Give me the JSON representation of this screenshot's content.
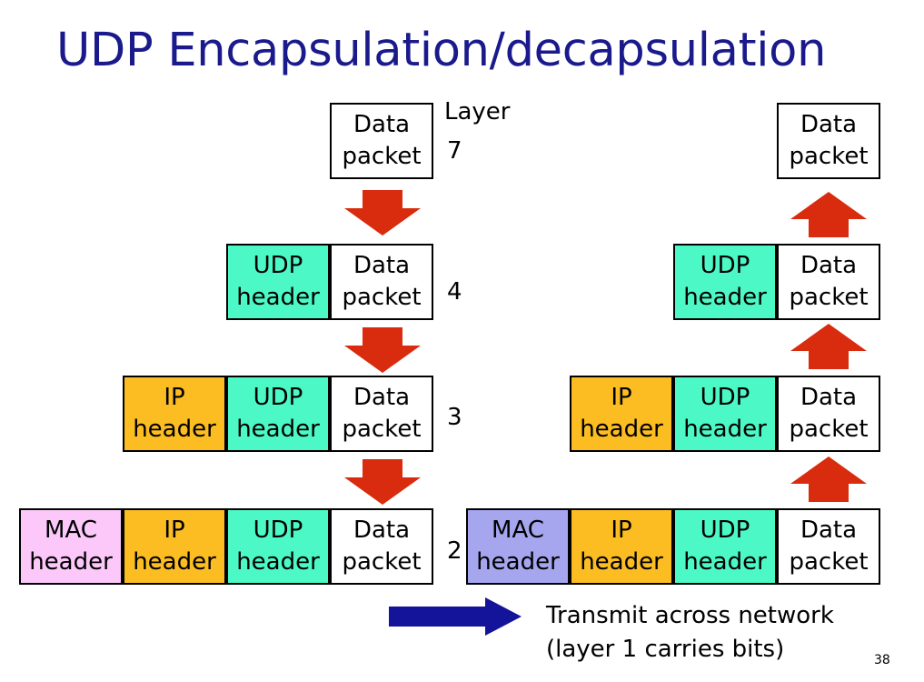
{
  "slide": {
    "title": "UDP Encapsulation/decapsulation",
    "page_number": "38"
  },
  "labels": {
    "data_line1": "Data",
    "data_line2": "packet",
    "udp_line1": "UDP",
    "ip_line1": "IP",
    "mac_line1": "MAC",
    "header_line2": "header"
  },
  "layers": {
    "heading": "Layer",
    "l7": "7",
    "l4": "4",
    "l3": "3",
    "l2": "2"
  },
  "transmit": {
    "line1": "Transmit across network",
    "line2": "(layer 1 carries bits)"
  },
  "colors": {
    "title": "#1a1a8c",
    "udp_header": "#4cf9c6",
    "ip_header": "#fbbd22",
    "mac_header_sender": "#fbc8f9",
    "mac_header_receiver": "#a6a6ef",
    "vertical_arrows": "#d92b0d",
    "transmit_arrow": "#14149a"
  }
}
